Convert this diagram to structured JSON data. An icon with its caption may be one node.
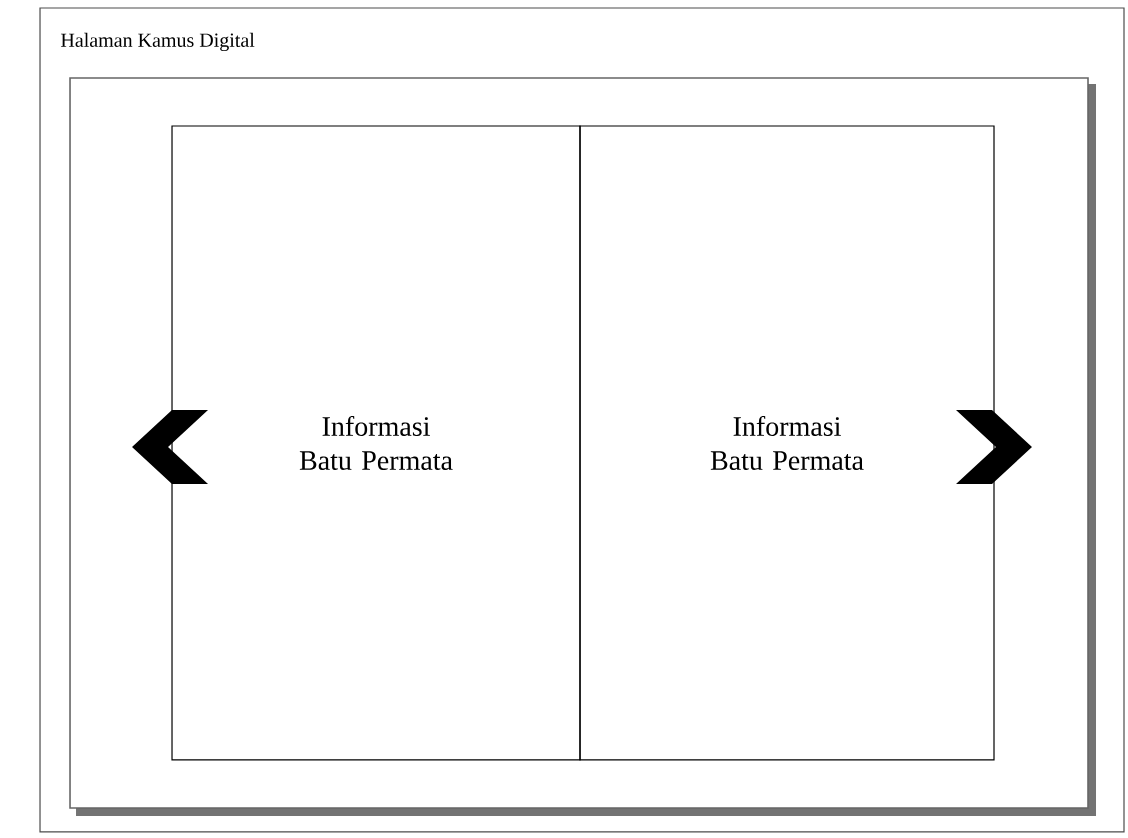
{
  "diagram": {
    "title": "Halaman Kamus Digital",
    "nodes": [
      {
        "text": [
          "Informasi Batu Permata"
        ]
      },
      {
        "text": [
          "Informasi Batu Permata"
        ]
      }
    ]
  }
}
